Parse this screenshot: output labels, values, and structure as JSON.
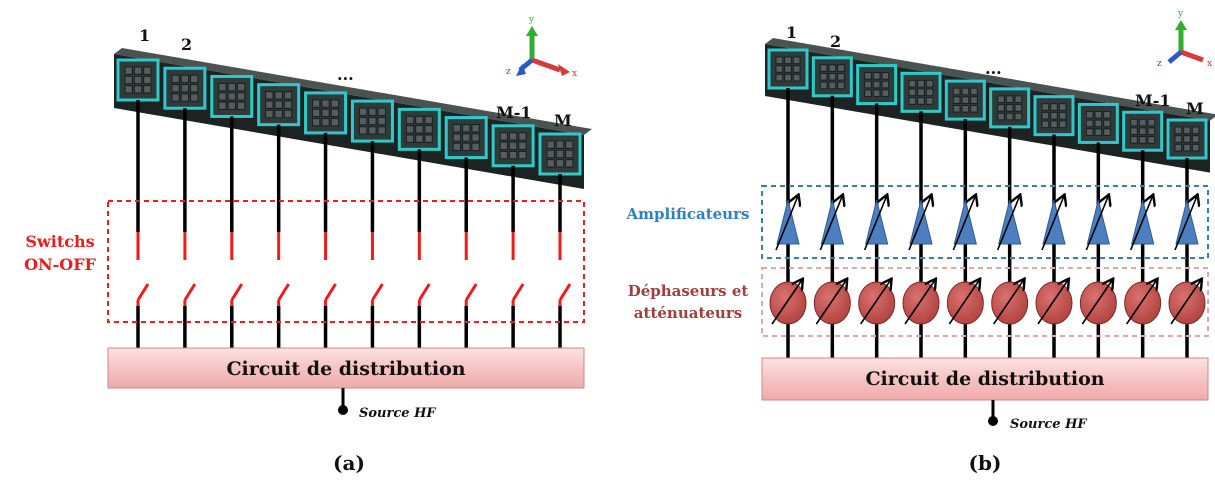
{
  "panel_a": {
    "caption": "(a)",
    "element_labels": {
      "first": "1",
      "second": "2",
      "dots": "...",
      "second_last": "M-1",
      "last": "M"
    },
    "switch_label_line1": "Switchs",
    "switch_label_line2": "ON-OFF",
    "distribution_label": "Circuit de distribution",
    "source_label": "Source HF"
  },
  "panel_b": {
    "caption": "(b)",
    "element_labels": {
      "first": "1",
      "second": "2",
      "dots": "...",
      "second_last": "M-1",
      "last": "M"
    },
    "amplifier_label": "Amplificateurs",
    "phase_label_line1": "Déphaseurs et",
    "phase_label_line2": "atténuateurs",
    "distribution_label": "Circuit de distribution",
    "source_label": "Source HF"
  },
  "axes": {
    "x": "x",
    "y": "y",
    "z": "z"
  },
  "colors": {
    "patch_fill": "#2f3b3b",
    "patch_border": "#2ec9c9",
    "switch_red": "#ee1c1c",
    "amplifier_blue": "#4d7ebf",
    "amplifier_box": "#2f7fc1",
    "phase_red": "#c0504d",
    "phase_box": "#e6a6a6",
    "distribution_fill": "#f6c6c6",
    "label_red": "#ee1c1c",
    "label_blue": "#2f7fc1",
    "label_brown": "#a0403c"
  }
}
